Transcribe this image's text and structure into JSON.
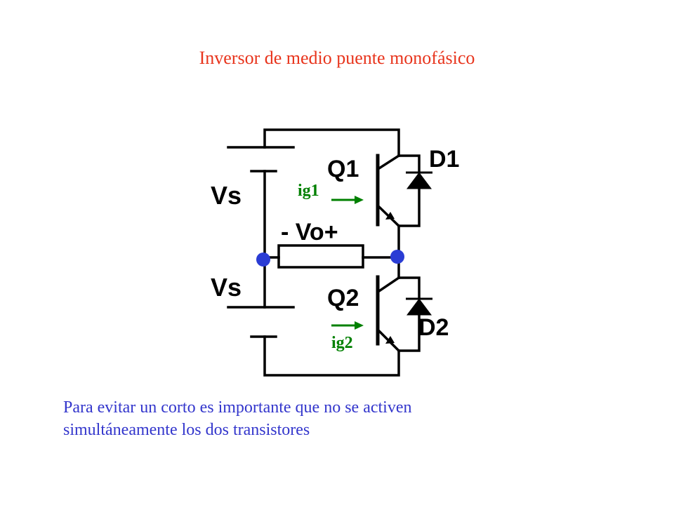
{
  "title": "Inversor de medio puente monofásico",
  "note": {
    "line1": "Para evitar un corto es importante que no se activen",
    "line2": "simultáneamente  los dos transistores"
  },
  "circuit": {
    "source_top_label": "Vs",
    "source_bottom_label": "Vs",
    "transistor_top_label": "Q1",
    "transistor_bottom_label": "Q2",
    "diode_top_label": "D1",
    "diode_bottom_label": "D2",
    "gate_top_label": "ig1",
    "gate_bottom_label": "ig2",
    "output_label": "- Vo+"
  },
  "colors": {
    "title": "#e8341c",
    "note": "#3336cc",
    "gate": "#008000",
    "node": "#2a3cd4",
    "wire": "#000000"
  }
}
